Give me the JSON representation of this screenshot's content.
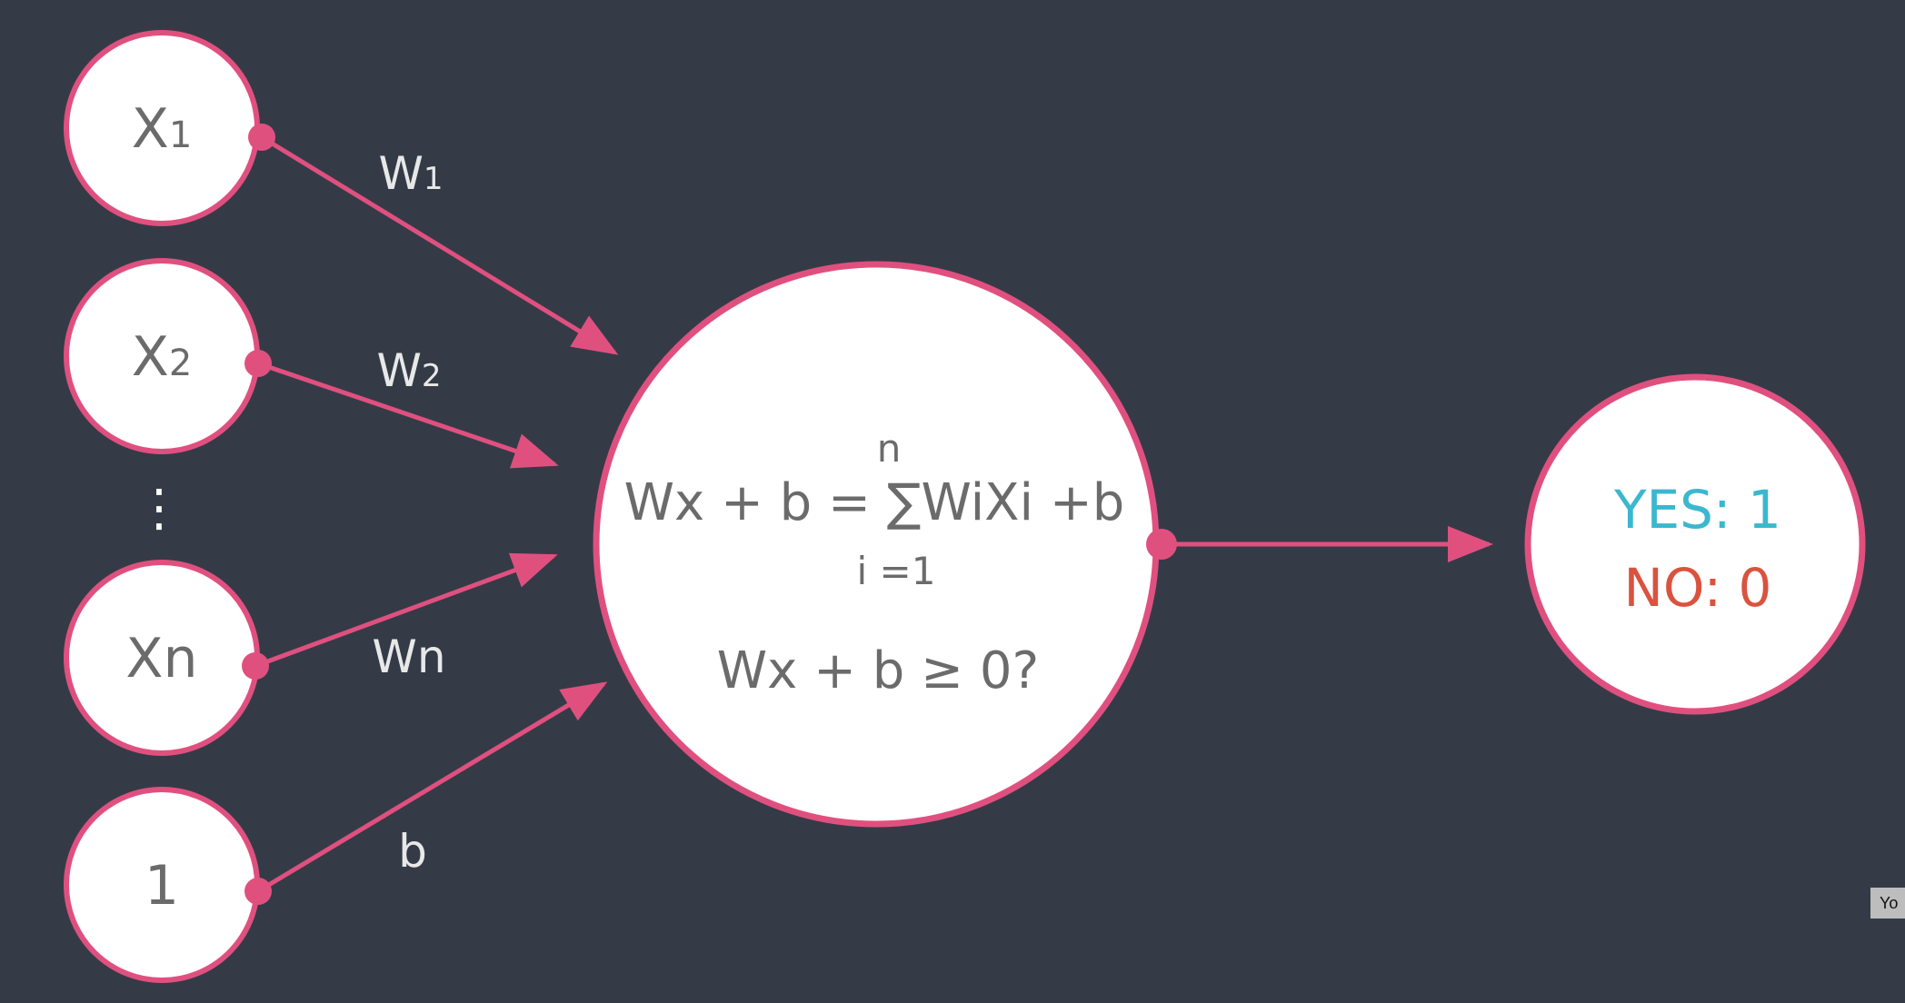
{
  "inputs": [
    {
      "label": "X",
      "sub": "1"
    },
    {
      "label": "X",
      "sub": "2"
    },
    {
      "label": "Xn",
      "sub": ""
    },
    {
      "label": "1",
      "sub": ""
    }
  ],
  "ellipsis": "⋮",
  "weights": [
    {
      "label": "W",
      "sub": "1"
    },
    {
      "label": "W",
      "sub": "2"
    },
    {
      "label": "Wn",
      "sub": ""
    },
    {
      "label": "b",
      "sub": ""
    }
  ],
  "perceptron": {
    "sum_upper": "n",
    "sum_formula": "Wx + b = ∑WiXi +b",
    "sum_lower": "i =1",
    "condition": "Wx + b ≥ 0?"
  },
  "output": {
    "yes": "YES: 1",
    "no": "NO: 0"
  },
  "corner_tab": "Yo",
  "colors": {
    "background": "#343b47",
    "accent": "#e0507f",
    "node_fill": "#ffffff",
    "yes": "#3bb7cf",
    "no": "#d9533f",
    "node_text": "#6b6b6b",
    "weight_text": "#e8e8e8"
  }
}
